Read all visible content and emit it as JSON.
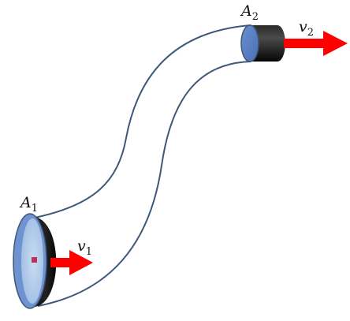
{
  "labels": {
    "a1": {
      "symbol": "A",
      "subscript": "1"
    },
    "a2": {
      "symbol": "A",
      "subscript": "2"
    },
    "v1": {
      "symbol": "v",
      "subscript": "1"
    },
    "v2": {
      "symbol": "v",
      "subscript": "2"
    }
  },
  "colors": {
    "tube_outline": "#3d5878",
    "disc_face": "#5b7fc6",
    "disc_face_light": "#b4cdeb",
    "disc_rim": "#111111",
    "arrow": "#ff0000",
    "center_dot": "#c0305a"
  },
  "icons": {
    "arrow": "right-arrow",
    "cross_section": "ellipse-disc"
  }
}
